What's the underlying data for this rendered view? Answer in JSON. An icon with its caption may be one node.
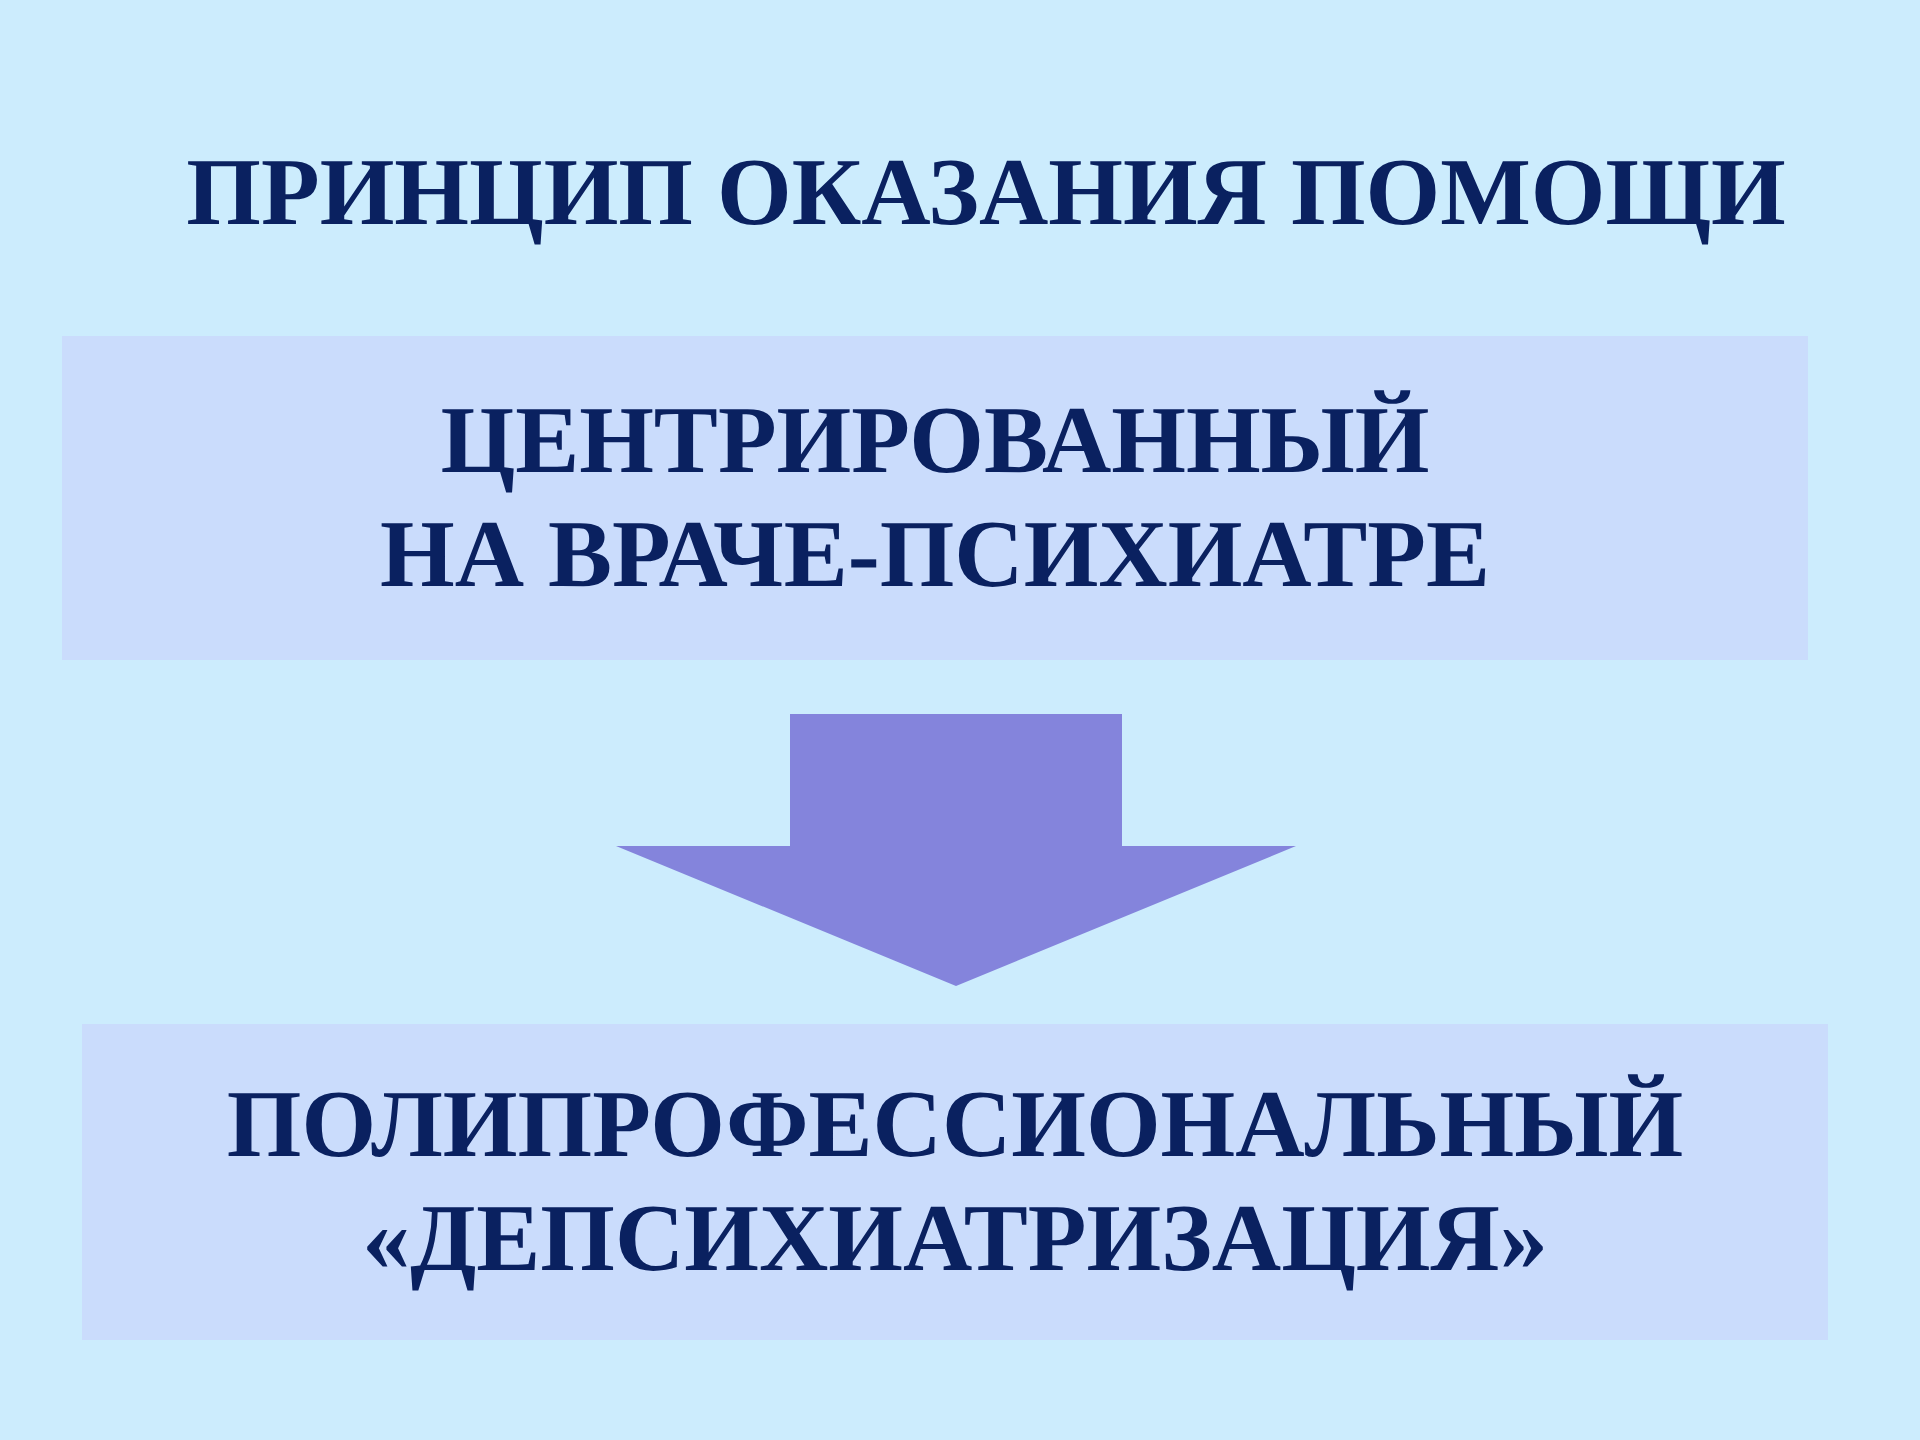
{
  "diagram": {
    "title": "ПРИНЦИП ОКАЗАНИЯ ПОМОЩИ",
    "nodes": [
      {
        "text": [
          "ЦЕНТРИРОВАННЫЙ НА ВРАЧЕ-ПСИХИАТРЕ"
        ]
      },
      {
        "text": [
          "ПОЛИПРОФЕССИОНАЛЬНЫЙ «ДЕПСИХИАТРИЗАЦИЯ»"
        ]
      }
    ],
    "edges": [
      {
        "from": 0,
        "to": 1,
        "arrow": "to"
      }
    ]
  }
}
